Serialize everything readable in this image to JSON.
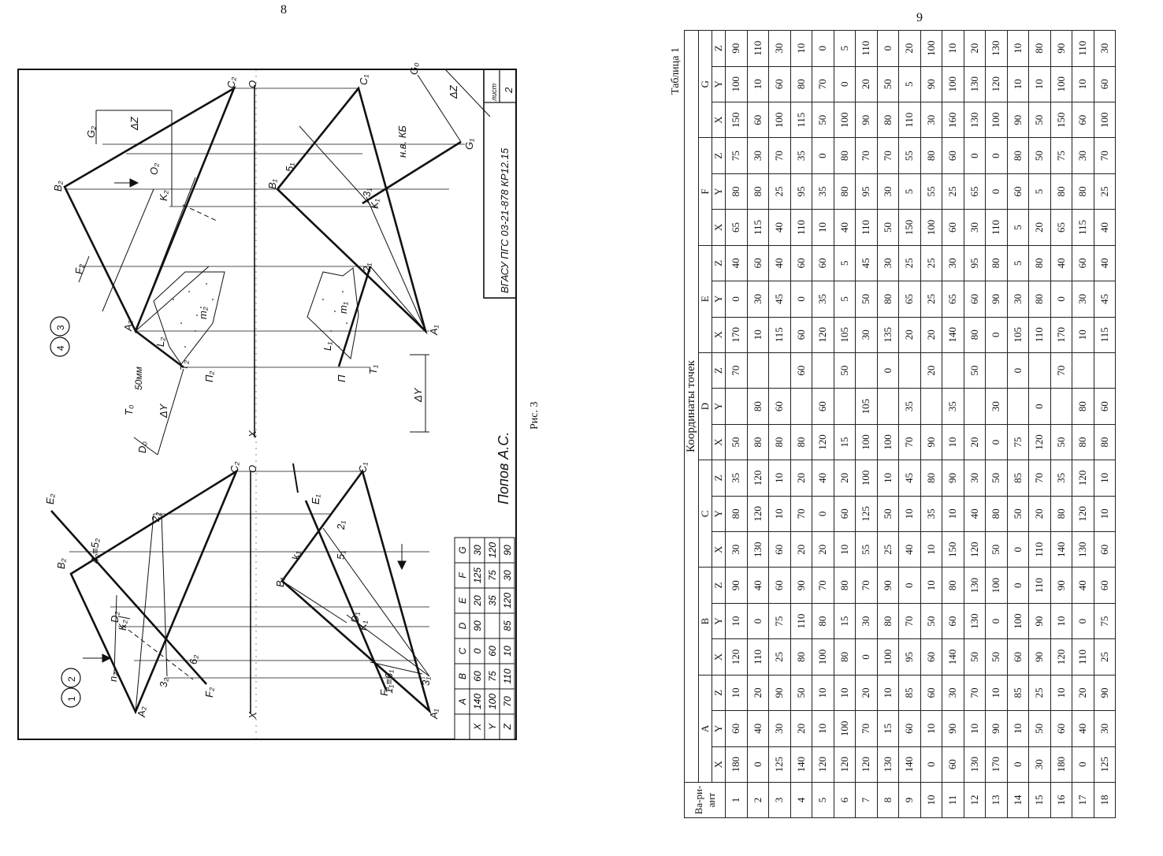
{
  "left_page": {
    "page_number": "8",
    "figure_caption": "Рис. 3",
    "circles": [
      "1",
      "2",
      "3",
      "4"
    ],
    "title_block": {
      "code": "ВГАСУ ПГС 03-21-878 КР12.15",
      "sheet_label": "лист",
      "sheet_number": "2"
    },
    "author": "Попов А.С.",
    "dim_50": "50мм",
    "labels": {
      "A2": "A₂",
      "B2": "B₂",
      "C2": "C₂",
      "E2": "E₂",
      "F2": "F₂",
      "X": "X",
      "O": "O",
      "n2": "n₂",
      "D2": "D₂",
      "K2": "K₂",
      "g45": "4₂≡5₂",
      "l2": "2₂",
      "l3": "3₂",
      "g6": "6₂",
      "A1": "A₁",
      "B1": "B₁",
      "C1": "C₁",
      "E1": "E₁",
      "F1": "F₁",
      "k1": "k₁",
      "D1": "D₁",
      "K1": "K₁",
      "l21": "2₁",
      "l51": "5₁",
      "l31": "3₁",
      "eq16": "1₁≡6₁",
      "rA2": "A₂",
      "rB2": "B₂",
      "rC2": "C₂",
      "rG2": "G₂",
      "rO": "O",
      "rX": "X",
      "dZ": "ΔZ",
      "dY": "ΔY",
      "dY2": "ΔY",
      "dZ2": "ΔZ",
      "rK2": "K₂",
      "rO2": "O₂",
      "rT2": "T₂",
      "rP2": "П₂",
      "rT0": "T₀",
      "rD0": "D₀",
      "rL2": "L₂",
      "rF2": "F₂",
      "rM2": "m₂",
      "rB1": "B₁",
      "rC1": "C₁",
      "rA1": "A₁",
      "rG1": "G₁",
      "rG0": "G₀",
      "rT1": "T₁",
      "rP1": "П",
      "rL1": "L₁",
      "rM1": "m₁",
      "rK1": "K₁",
      "nv": "н.в. КБ",
      "r21": "2₁",
      "r31": "3₁",
      "r51": "5₁",
      "rB2b": "B₂"
    },
    "mini_table": {
      "header": [
        "",
        "A",
        "B",
        "C",
        "D",
        "E",
        "F",
        "G"
      ],
      "rows": [
        [
          "X",
          "140",
          "60",
          "0",
          "90",
          "20",
          "125",
          "30"
        ],
        [
          "Y",
          "100",
          "75",
          "60",
          "",
          "35",
          "75",
          "120"
        ],
        [
          "Z",
          "70",
          "110",
          "10",
          "85",
          "120",
          "30",
          "90"
        ]
      ]
    }
  },
  "right_page": {
    "page_number": "9",
    "table_label": "Таблица 1",
    "heading": "Координаты точек",
    "variant_header": "Ва-ри-ант",
    "points": [
      "A",
      "B",
      "C",
      "D",
      "E",
      "F",
      "G"
    ],
    "axes": [
      "X",
      "Y",
      "Z"
    ],
    "rows": [
      [
        "1",
        "180",
        "60",
        "10",
        "120",
        "10",
        "90",
        "30",
        "80",
        "35",
        "50",
        "",
        "70",
        "170",
        "0",
        "40",
        "65",
        "80",
        "75",
        "150",
        "100",
        "90"
      ],
      [
        "2",
        "0",
        "40",
        "20",
        "110",
        "0",
        "40",
        "130",
        "120",
        "120",
        "80",
        "80",
        "",
        "10",
        "30",
        "60",
        "115",
        "80",
        "30",
        "60",
        "10",
        "110"
      ],
      [
        "3",
        "125",
        "30",
        "90",
        "25",
        "75",
        "60",
        "60",
        "10",
        "10",
        "80",
        "60",
        "",
        "115",
        "45",
        "40",
        "40",
        "25",
        "70",
        "100",
        "60",
        "30"
      ],
      [
        "4",
        "140",
        "20",
        "50",
        "80",
        "110",
        "90",
        "20",
        "70",
        "20",
        "80",
        "",
        "60",
        "60",
        "0",
        "60",
        "110",
        "95",
        "35",
        "115",
        "80",
        "10"
      ],
      [
        "5",
        "120",
        "10",
        "10",
        "100",
        "80",
        "70",
        "20",
        "0",
        "40",
        "120",
        "60",
        "",
        "120",
        "35",
        "60",
        "10",
        "35",
        "0",
        "50",
        "70",
        "0"
      ],
      [
        "6",
        "120",
        "100",
        "10",
        "80",
        "15",
        "80",
        "10",
        "60",
        "20",
        "15",
        "",
        "50",
        "105",
        "5",
        "5",
        "40",
        "80",
        "80",
        "100",
        "0",
        "5"
      ],
      [
        "7",
        "120",
        "70",
        "20",
        "0",
        "30",
        "70",
        "55",
        "125",
        "100",
        "100",
        "105",
        "",
        "30",
        "50",
        "45",
        "110",
        "95",
        "70",
        "90",
        "20",
        "110"
      ],
      [
        "8",
        "130",
        "15",
        "10",
        "100",
        "80",
        "90",
        "25",
        "50",
        "10",
        "100",
        "",
        "0",
        "135",
        "80",
        "30",
        "50",
        "30",
        "70",
        "80",
        "50",
        "0"
      ],
      [
        "9",
        "140",
        "60",
        "85",
        "95",
        "70",
        "0",
        "40",
        "10",
        "45",
        "70",
        "35",
        "",
        "20",
        "65",
        "25",
        "150",
        "5",
        "55",
        "110",
        "5",
        "20"
      ],
      [
        "10",
        "0",
        "10",
        "60",
        "60",
        "50",
        "10",
        "10",
        "35",
        "80",
        "90",
        "",
        "20",
        "20",
        "25",
        "25",
        "100",
        "55",
        "80",
        "30",
        "90",
        "100"
      ],
      [
        "11",
        "60",
        "90",
        "30",
        "140",
        "60",
        "80",
        "150",
        "10",
        "90",
        "10",
        "35",
        "",
        "140",
        "65",
        "30",
        "60",
        "25",
        "60",
        "160",
        "100",
        "10"
      ],
      [
        "12",
        "130",
        "10",
        "70",
        "50",
        "130",
        "130",
        "120",
        "40",
        "30",
        "20",
        "",
        "50",
        "80",
        "60",
        "95",
        "30",
        "65",
        "0",
        "130",
        "130",
        "20"
      ],
      [
        "13",
        "170",
        "90",
        "10",
        "50",
        "0",
        "100",
        "50",
        "80",
        "50",
        "0",
        "30",
        "",
        "0",
        "90",
        "80",
        "110",
        "0",
        "0",
        "100",
        "120",
        "130"
      ],
      [
        "14",
        "0",
        "10",
        "85",
        "60",
        "100",
        "0",
        "0",
        "50",
        "85",
        "75",
        "",
        "0",
        "105",
        "30",
        "5",
        "5",
        "60",
        "80",
        "90",
        "10",
        "10"
      ],
      [
        "15",
        "30",
        "50",
        "25",
        "90",
        "90",
        "110",
        "110",
        "20",
        "70",
        "120",
        "0",
        "",
        "110",
        "80",
        "80",
        "20",
        "5",
        "50",
        "50",
        "10",
        "80"
      ],
      [
        "16",
        "180",
        "60",
        "10",
        "120",
        "10",
        "90",
        "140",
        "80",
        "35",
        "50",
        "",
        "70",
        "170",
        "0",
        "40",
        "65",
        "80",
        "75",
        "150",
        "100",
        "90"
      ],
      [
        "17",
        "0",
        "40",
        "20",
        "110",
        "0",
        "40",
        "130",
        "120",
        "120",
        "80",
        "80",
        "",
        "10",
        "30",
        "60",
        "115",
        "80",
        "30",
        "60",
        "10",
        "110"
      ],
      [
        "18",
        "125",
        "30",
        "90",
        "25",
        "75",
        "60",
        "60",
        "10",
        "10",
        "80",
        "60",
        "",
        "115",
        "45",
        "40",
        "40",
        "25",
        "70",
        "100",
        "60",
        "30"
      ]
    ]
  }
}
